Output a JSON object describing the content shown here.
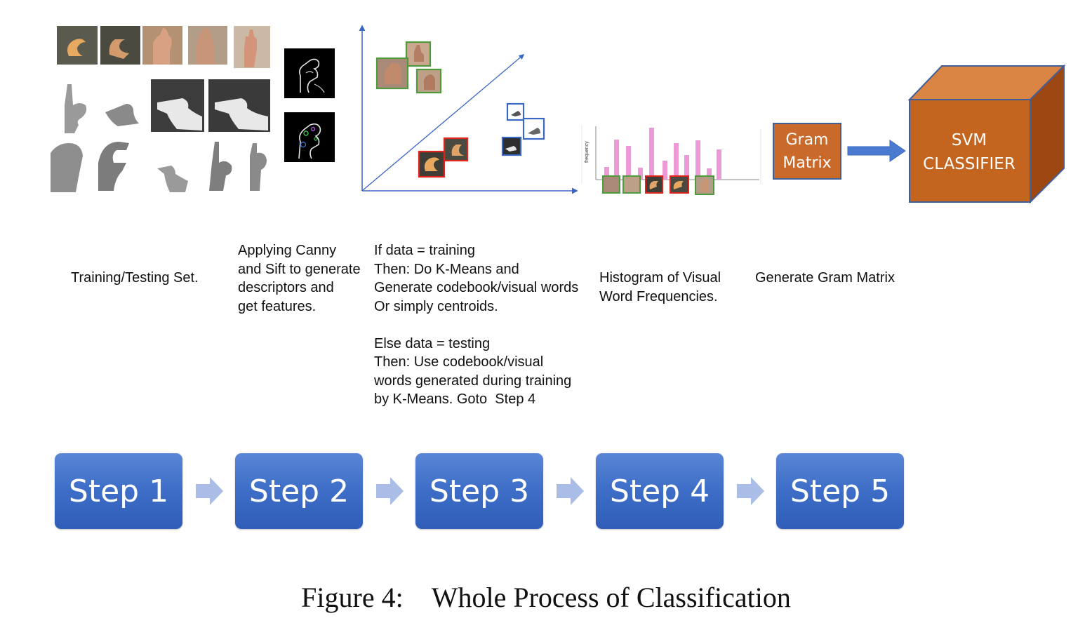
{
  "pipeline_figure": {
    "images": {
      "training_set_thumbnails": "hand-sign-photo-icons",
      "canny_sift_thumbnails": "edge-detected-hand-icons",
      "feature_space_plot": "clustered-feature-scatter",
      "histogram": "visual-word-frequency-bars",
      "histogram_ylabel": "frequency"
    },
    "gram_box": {
      "line1": "Gram",
      "line2": "Matrix"
    },
    "svm_box": {
      "line1": "SVM",
      "line2": "CLASSIFIER"
    },
    "descriptions": {
      "d1": "Training/Testing Set.",
      "d2": "Applying Canny\nand Sift to generate\ndescriptors and\nget features.",
      "d3": "If data = training\nThen: Do K-Means and\nGenerate codebook/visual words\nOr simply centroids.\n\nElse data = testing\nThen: Use codebook/visual\nwords generated during training\nby K-Means. Goto  Step 4",
      "d4": "Histogram of Visual\nWord Frequencies.",
      "d5": "Generate Gram Matrix"
    },
    "steps": [
      "Step 1",
      "Step 2",
      "Step 3",
      "Step 4",
      "Step 5"
    ],
    "colors": {
      "step_blue": "#3f6fc8",
      "arrow_light": "#a9bde6",
      "orange": "#c96a2b",
      "cluster_green": "#4e9a3c",
      "cluster_red": "#e0231d",
      "cluster_blue": "#3a67c4",
      "hist_pink": "#ec9ad6"
    }
  },
  "caption": {
    "label": "Figure 4:",
    "text": "Whole Process of Classification"
  }
}
